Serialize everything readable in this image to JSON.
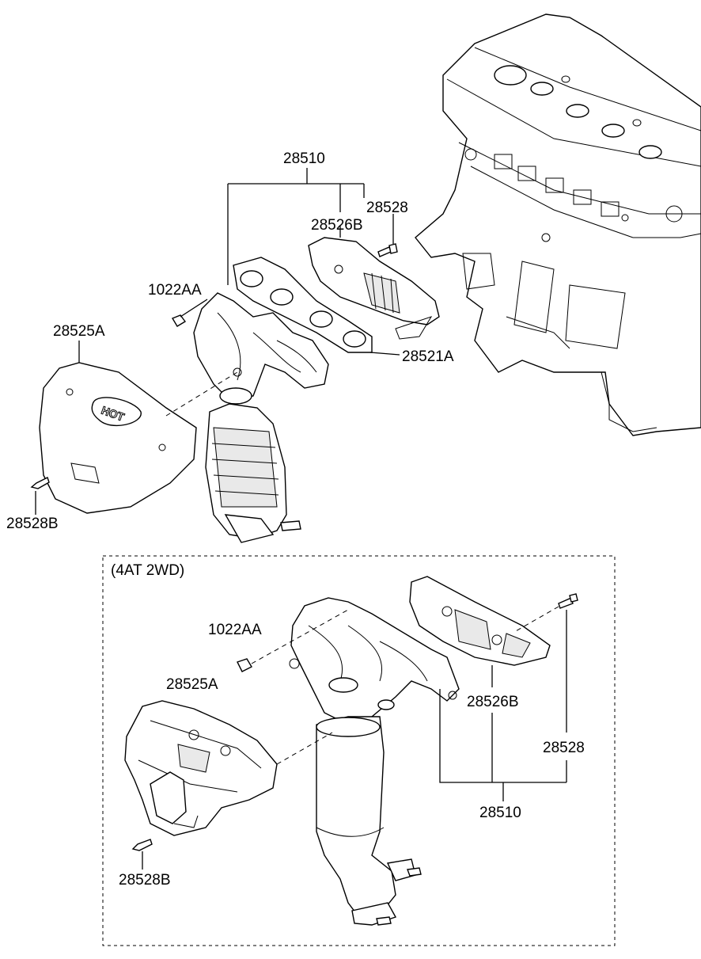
{
  "labels": {
    "top_28510": "28510",
    "top_28528": "28528",
    "top_28526B": "28526B",
    "top_1022AA": "1022AA",
    "top_28525A": "28525A",
    "top_28521A": "28521A",
    "top_28528B": "28528B",
    "variant_title": "(4AT 2WD)",
    "bot_1022AA": "1022AA",
    "bot_28525A": "28525A",
    "bot_28526B": "28526B",
    "bot_28528": "28528",
    "bot_28510": "28510",
    "bot_28528B": "28528B",
    "hot_emboss": "HOT"
  }
}
